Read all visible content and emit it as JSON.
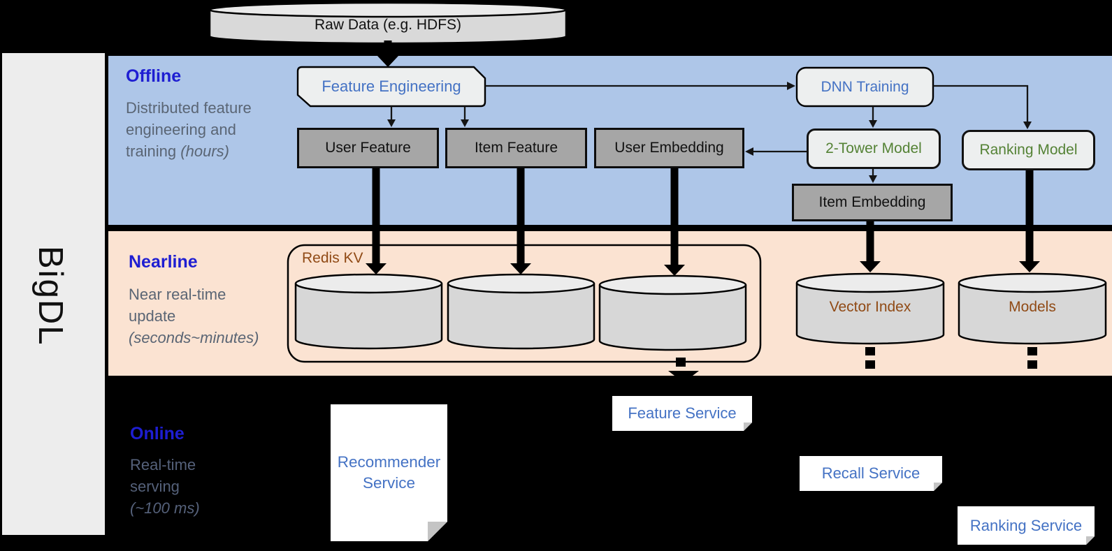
{
  "brand": "BigDL",
  "top": {
    "raw_data_label": "Raw Data (e.g. HDFS)"
  },
  "bands": {
    "offline": {
      "title": "Offline",
      "subtitle": "Distributed feature engineering and training",
      "subtitle_italic": "(hours)"
    },
    "nearline": {
      "title": "Nearline",
      "subtitle": "Near real-time update",
      "subtitle_italic": "(seconds~minutes)"
    },
    "online": {
      "title": "Online",
      "subtitle": "Real-time serving",
      "subtitle_italic": "(~100 ms)"
    }
  },
  "offline_nodes": {
    "feature_engineering": "Feature Engineering",
    "dnn_training": "DNN Training",
    "user_feature": "User Feature",
    "item_feature": "Item Feature",
    "user_embedding": "User Embedding",
    "two_tower_model": "2-Tower Model",
    "ranking_model": "Ranking Model",
    "item_embedding": "Item Embedding"
  },
  "nearline_nodes": {
    "redis_kv": "Redis KV",
    "vector_index": "Vector Index",
    "models": "Models"
  },
  "online_nodes": {
    "recommender_service": "Recommender Service",
    "feature_service": "Feature Service",
    "recall_service": "Recall Service",
    "ranking_service": "Ranking Service"
  },
  "colors": {
    "offline_band": "#aec6e8",
    "nearline_band": "#fbe3d2",
    "online_band": "#000000",
    "band_title_blue": "#1e1ed2",
    "subtitle_gray": "#5a6574",
    "node_label_blue": "#4472c4",
    "model_label_green": "#548235",
    "storage_label_brown": "#904a15",
    "gray_node_fill": "#a6a6a6",
    "light_node_fill": "#edefef",
    "cylinder_fill": "#d7d7d7",
    "sidebar_fill": "#ededed"
  }
}
